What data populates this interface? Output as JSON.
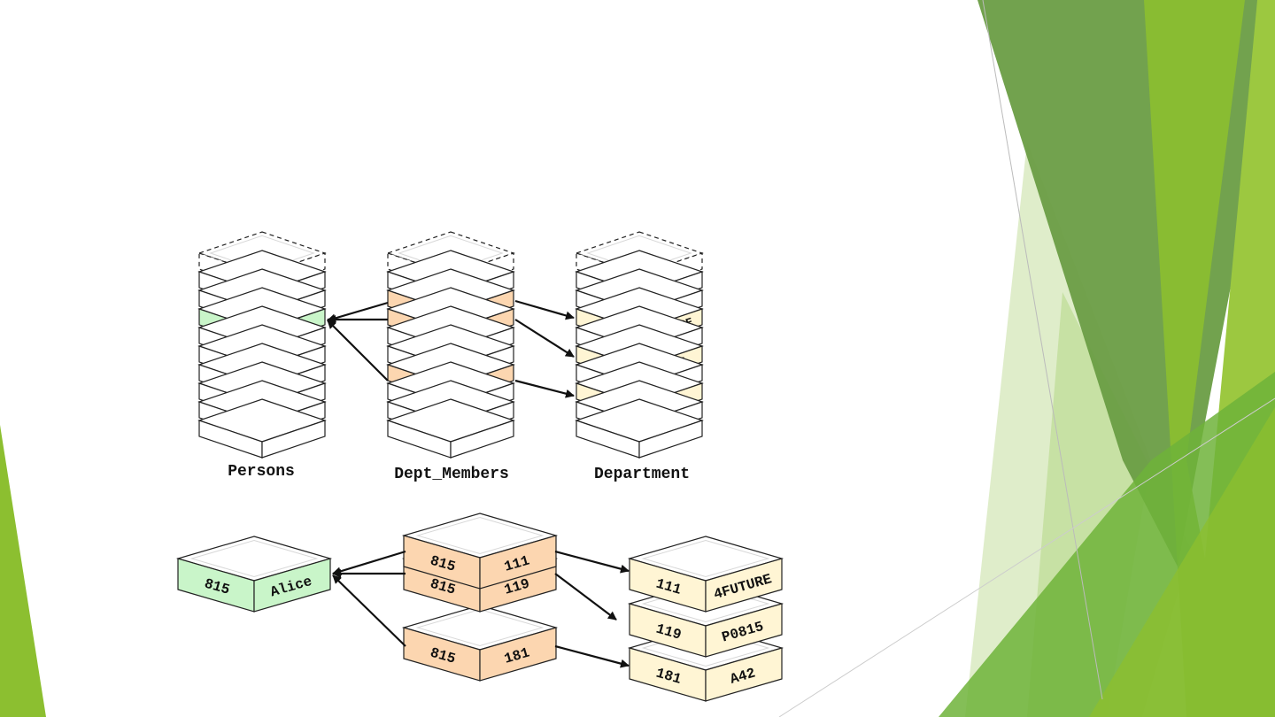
{
  "colors": {
    "persons_fill": "#c9f5c9",
    "dept_members_fill": "#fcd6b0",
    "department_fill": "#fff5d4",
    "empty_fill": "#ffffff",
    "stroke": "#222222",
    "accent_greens": [
      "#6a9d44",
      "#8cbf30",
      "#a4d05a",
      "#dcebc4",
      "#6fb339"
    ]
  },
  "tables": {
    "persons": {
      "label": "Persons",
      "rows": [
        {
          "key": "815",
          "value": "Alice"
        }
      ]
    },
    "dept_members": {
      "label": "Dept_Members",
      "rows": [
        {
          "key": "815",
          "value": "111"
        },
        {
          "key": "815",
          "value": "119"
        },
        {
          "key": "815",
          "value": "181"
        }
      ]
    },
    "department": {
      "label": "Department",
      "rows": [
        {
          "key": "111",
          "value": "4FUTURE"
        },
        {
          "key": "119",
          "value": "P0815"
        },
        {
          "key": "181",
          "value": "A42"
        }
      ]
    }
  }
}
